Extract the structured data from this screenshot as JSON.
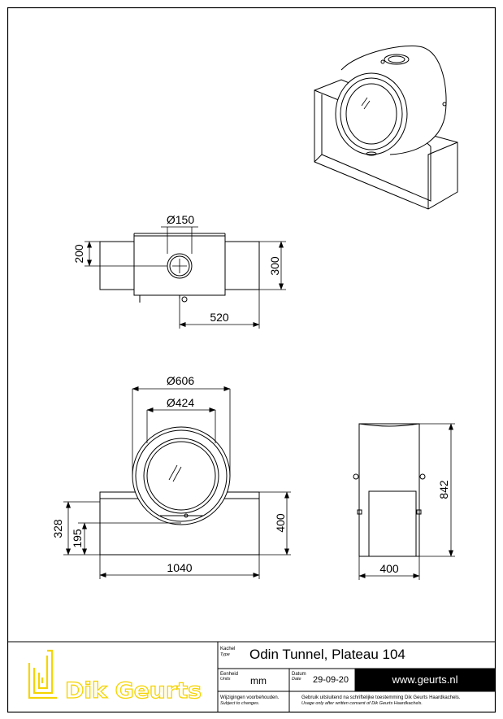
{
  "drawing": {
    "dimensions": {
      "top_pipe_diameter": "Ø150",
      "top_depth_200": "200",
      "top_depth_300": "300",
      "top_width_520": "520",
      "front_outer_diameter": "Ø606",
      "front_glass_diameter": "Ø424",
      "front_height_328": "328",
      "front_height_195": "195",
      "front_height_400": "400",
      "front_width_1040": "1040",
      "side_height_842": "842",
      "side_width_400": "400"
    }
  },
  "title_block": {
    "type_label": "Kachel",
    "type_label_en": "Type",
    "title": "Odin Tunnel, Plateau 104",
    "units_label": "Eenheid",
    "units_label_en": "Units",
    "units_value": "mm",
    "date_label": "Datum",
    "date_label_en": "Date",
    "date_value": "29-09-20",
    "website": "www.geurts.nl",
    "disclaimer_nl": "Wijzigingen voorbehouden.",
    "disclaimer_en": "Subject to changes.",
    "usage_nl": "Gebruik uitsluitend na schriftelijke toestemming Dik Geurts Haardkachels.",
    "usage_en": "Usage only after written consent of Dik Geurts Haardkachels.",
    "logo_text": "Dik Geurts",
    "logo_color": "#f5d400",
    "website_bar_color": "#000000"
  }
}
